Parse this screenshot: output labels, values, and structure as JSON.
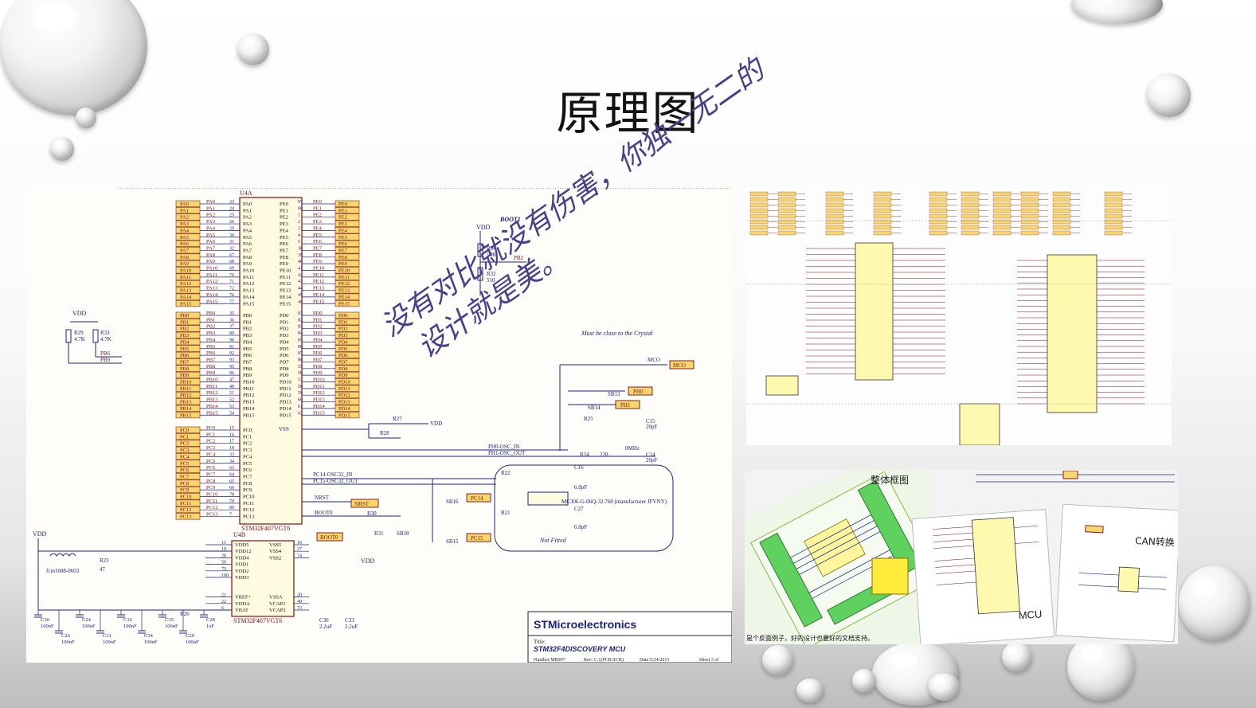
{
  "slide": {
    "title": "原理图",
    "watermark_line1": "没有对比就没有伤害，你独一无二的",
    "watermark_line2": "设计就是美。"
  },
  "main_schematic": {
    "u4a_label": "U4A",
    "u4b_label": "U4B",
    "chip_name": "STM32F407VGT6",
    "boot1_label": "BOOT1",
    "boot0_label": "BOOT0",
    "vdd_label": "VDD",
    "vss_label": "VSS",
    "mco_label": "MCO",
    "nrst_label": "NRST",
    "ph0_label": "PH0",
    "ph1_label": "PH1",
    "pc14_label": "PC14",
    "pc15_label": "PC15",
    "pb2_label": "PB2",
    "pb6_label": "PB6",
    "pb9_label": "PB9",
    "crystal_note": "Must be close to the Crystal",
    "osc_in": "PH0-OSC_IN",
    "osc_out": "PH1-OSC_OUT",
    "osc32_in": "PC14-OSC32_IN",
    "osc32_out": "PC15-OSC32_OUT",
    "x2_value": "8MHz",
    "x3_desc": "MC306-G-06Q-32.768 (manufacturer JFVNY)",
    "not_fitted": "Not Fitted",
    "inductor": "fcm1608-0603",
    "company": "STMicroelectronics",
    "doc_title_label": "Title:",
    "doc_title": "STM32F4DISCOVERY MCU",
    "doc_number": "Number:MB997",
    "doc_rev": "Rev: C.1(PCB.SCH)",
    "doc_date": "Date:5/24/2013",
    "doc_sheet": "Sheet 3 of",
    "res_r34": "R34",
    "res_r34_val": "10K",
    "res_r32": "R32",
    "res_r32_val": "510",
    "res_r29": "R29",
    "res_r29_val": "4.7K",
    "res_r33": "R33",
    "res_r33_val": "4.7K",
    "res_r27": "R27",
    "res_r28": "R28",
    "res_r25": "R25",
    "res_r24": "R24",
    "res_r24_val": "220",
    "res_r22": "R22",
    "res_r21": "R21",
    "res_r30": "R30",
    "res_r31": "R31",
    "res_r23": "R23",
    "res_r23_val": "47",
    "res_r26": "R26",
    "sb13": "SB13",
    "sb14": "SB14",
    "sb15": "SB15",
    "sb16": "SB16",
    "sb18": "SB18",
    "cap_c15": "C15",
    "cap_c14": "C14",
    "cap_c16": "C16",
    "cap_c27": "C27",
    "cap_20pf": "20pF",
    "cap_68pf": "6.8pF",
    "cap_c36": "C36",
    "cap_c33": "C33",
    "cap_22uf": "2.2uF",
    "pins_pa": [
      "PA0",
      "PA1",
      "PA2",
      "PA3",
      "PA4",
      "PA5",
      "PA6",
      "PA7",
      "PA8",
      "PA9",
      "PA10",
      "PA11",
      "PA12",
      "PA13",
      "PA14",
      "PA15"
    ],
    "pins_pb": [
      "PB0",
      "PB1",
      "PB2",
      "PB3",
      "PB4",
      "PB5",
      "PB6",
      "PB7",
      "PB8",
      "PB9",
      "PB10",
      "PB11",
      "PB12",
      "PB13",
      "PB14",
      "PB15"
    ],
    "pins_pc": [
      "PC0",
      "PC1",
      "PC2",
      "PC3",
      "PC4",
      "PC5",
      "PC6",
      "PC7",
      "PC8",
      "PC9",
      "PC10",
      "PC11",
      "PC12",
      "PC13"
    ],
    "pins_pe": [
      "PE0",
      "PE1",
      "PE2",
      "PE3",
      "PE4",
      "PE5",
      "PE6",
      "PE7",
      "PE8",
      "PE9",
      "PE10",
      "PE11",
      "PE12",
      "PE13",
      "PE14",
      "PE15"
    ],
    "pins_pd": [
      "PD0",
      "PD1",
      "PD2",
      "PD3",
      "PD4",
      "PD5",
      "PD6",
      "PD7",
      "PD8",
      "PD9",
      "PD10",
      "PD11",
      "PD12",
      "PD13",
      "PD14",
      "PD15"
    ],
    "pin_nums_pa": [
      "23",
      "24",
      "25",
      "26",
      "29",
      "30",
      "31",
      "32",
      "67",
      "68",
      "69",
      "70",
      "71",
      "72",
      "76",
      "77"
    ],
    "pin_nums_pb": [
      "35",
      "36",
      "37",
      "89",
      "90",
      "91",
      "92",
      "93",
      "95",
      "96",
      "47",
      "48",
      "51",
      "52",
      "53",
      "54"
    ],
    "pin_nums_pc": [
      "15",
      "16",
      "17",
      "18",
      "33",
      "34",
      "63",
      "64",
      "65",
      "66",
      "78",
      "79",
      "80",
      "7"
    ],
    "pin_nums_pe": [
      "97",
      "98",
      "1",
      "2",
      "3",
      "4",
      "5",
      "38",
      "39",
      "40",
      "41",
      "42",
      "43",
      "44",
      "45",
      "46"
    ],
    "pin_nums_pd": [
      "81",
      "82",
      "83",
      "84",
      "85",
      "86",
      "87",
      "88",
      "55",
      "56",
      "57",
      "58",
      "59",
      "60",
      "61",
      "62"
    ],
    "u4b_left": [
      "VDD5",
      "VDD12",
      "VDD4",
      "VDD1",
      "VDD2",
      "VDD3",
      "",
      "",
      "VREF+",
      "VDDA",
      "VBAT"
    ],
    "u4b_left_nums": [
      "11",
      "19",
      "28",
      "50",
      "75",
      "100",
      "",
      "",
      "21",
      "22",
      "6"
    ],
    "u4b_right": [
      "VSS5",
      "VSS4",
      "VSS2",
      "",
      "",
      "",
      "",
      "",
      "VSSA",
      "VCAP1",
      "VCAP2"
    ],
    "u4b_right_nums": [
      "10",
      "27",
      "74",
      "",
      "",
      "",
      "",
      "",
      "20",
      "49",
      "73"
    ],
    "caps_bottom": [
      "C30",
      "C26",
      "C24",
      "C31",
      "C32",
      "C34",
      "C35",
      "C29",
      "C28"
    ],
    "caps_bottom_vals": [
      "100nF",
      "100nF",
      "100nF",
      "100nF",
      "100nF",
      "100nF",
      "100nF",
      "100nF",
      "1uF"
    ]
  },
  "right_panels": {
    "block_diagram_label": "整体框图",
    "mcu_label": "MCU",
    "can_label": "CAN转换",
    "bottom_caption": "是个反面例子，好的设计也要好的文档支持。"
  },
  "colors": {
    "pin_tag": "#f5d76e",
    "pin_tag_border": "#8a1e1e",
    "chip_fill": "#fffbe0",
    "wire": "#1a237e",
    "net": "#7a1212",
    "watermark": "#4a3f8c"
  }
}
